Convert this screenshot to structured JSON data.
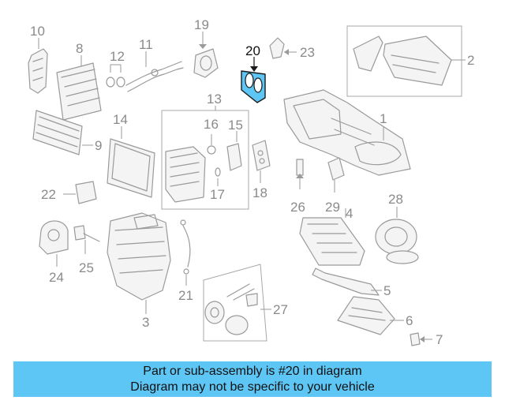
{
  "diagram": {
    "highlighted_part": "20",
    "highlight_color": "#5ec6f5",
    "callouts": {
      "p1": "1",
      "p2": "2",
      "p3": "3",
      "p4": "4",
      "p5": "5",
      "p6": "6",
      "p7": "7",
      "p8": "8",
      "p9": "9",
      "p10": "10",
      "p11": "11",
      "p12": "12",
      "p13": "13",
      "p14": "14",
      "p15": "15",
      "p16": "16",
      "p17": "17",
      "p18": "18",
      "p19": "19",
      "p20": "20",
      "p22": "22",
      "p23": "23",
      "p24": "24",
      "p25": "25",
      "p26": "26",
      "p27": "27",
      "p28": "28",
      "p29": "29",
      "p21": "21"
    }
  },
  "banner": {
    "line1": "Part or sub-assembly is #20 in diagram",
    "line2": "Diagram may not be specific to your vehicle",
    "background": "#5ec6f5"
  }
}
